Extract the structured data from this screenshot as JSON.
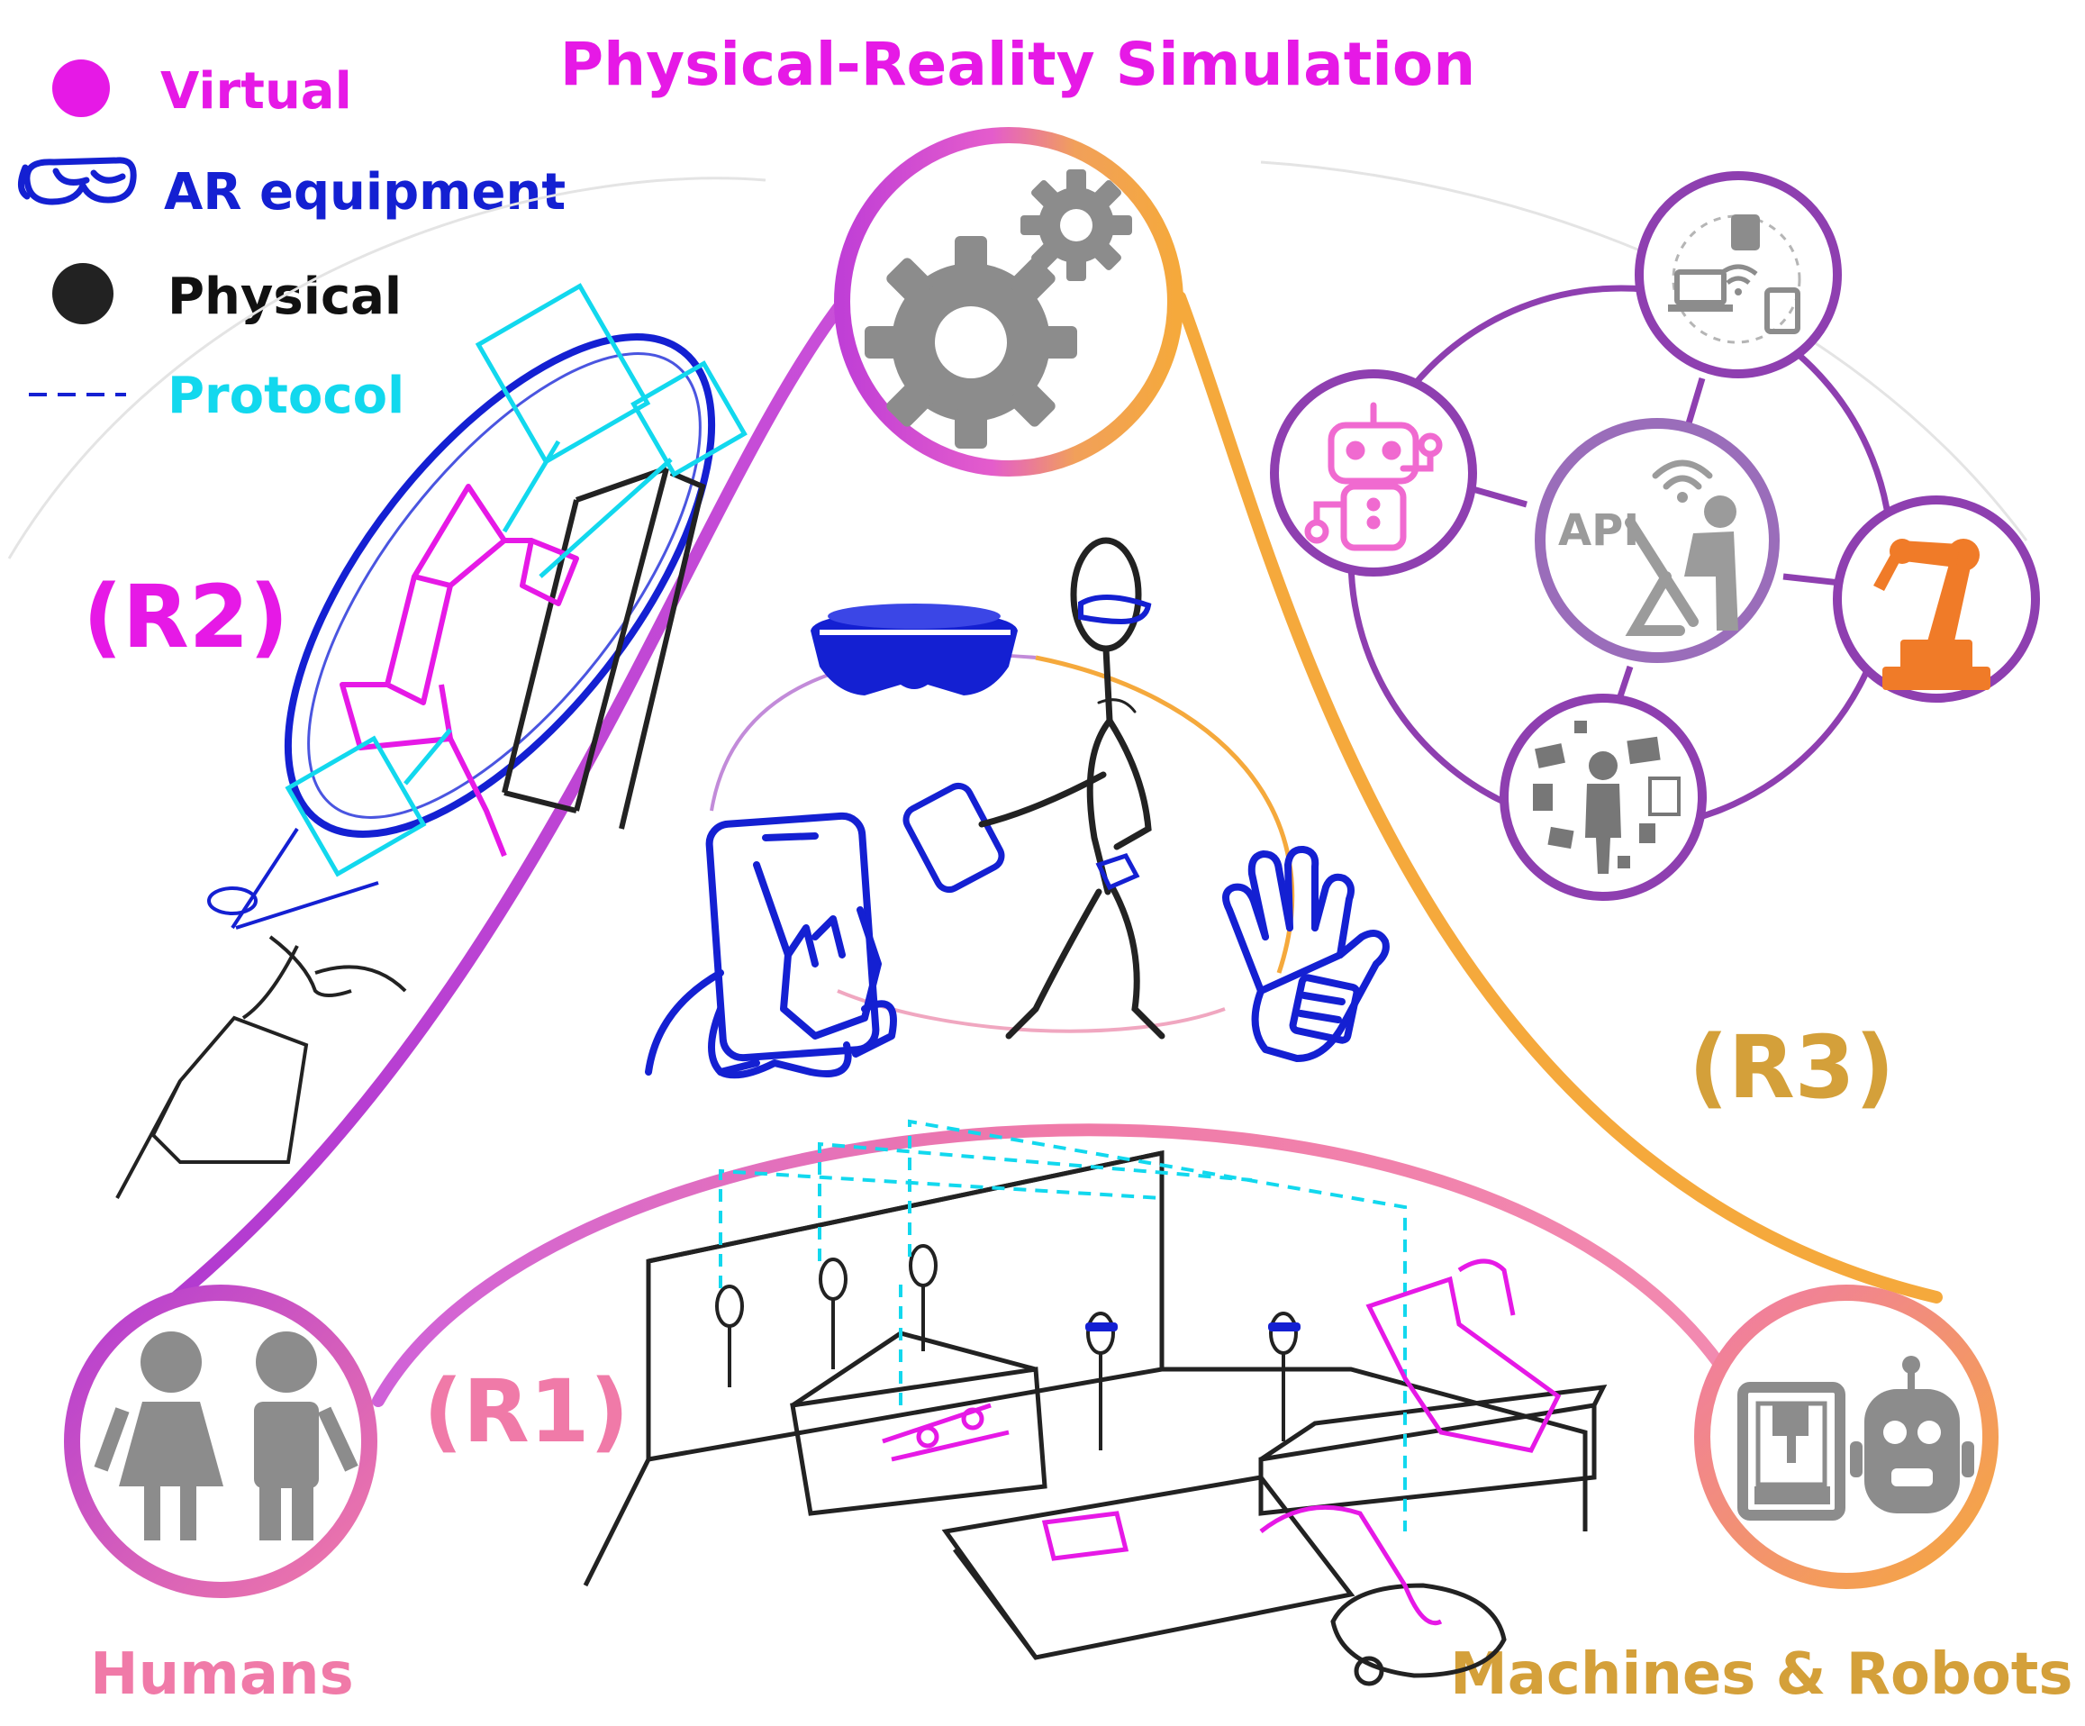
{
  "title": "Physical-Reality Simulation",
  "legend": {
    "items": [
      {
        "key": "virtual",
        "label": "Virtual",
        "color": "#e619e6"
      },
      {
        "key": "ar",
        "label": "AR equipment",
        "color": "#1420d2"
      },
      {
        "key": "physical",
        "label": "Physical",
        "color": "#111111"
      },
      {
        "key": "protocol",
        "label": "Protocol",
        "color": "#12d8ee"
      }
    ]
  },
  "regions": {
    "r1": "(R1)",
    "r2": "(R2)",
    "r3": "(R3)"
  },
  "nodes": {
    "humans": "Humans",
    "machines": "Machines & Robots",
    "api": "API"
  },
  "colors": {
    "magenta": "#e619e6",
    "purple": "#b43cd2",
    "pink": "#f07aa8",
    "orange": "#f5a93c",
    "r3_text": "#d4a03a",
    "ar_blue": "#1420d2",
    "cyan": "#12d8ee",
    "gray": "#8c8c8c",
    "ring_purple": "#8e3fb0",
    "robot_pink": "#f06ad0",
    "robot_orange": "#f07b28"
  },
  "icons": [
    "gears-icon",
    "humans-icon",
    "machine-robot-icon",
    "api-worker-icon",
    "devices-icon",
    "robot-icon",
    "robot-arm-icon",
    "person-screens-icon",
    "ar-headset-icon",
    "tablet-icon",
    "glove-icon",
    "smartphone-icon"
  ]
}
